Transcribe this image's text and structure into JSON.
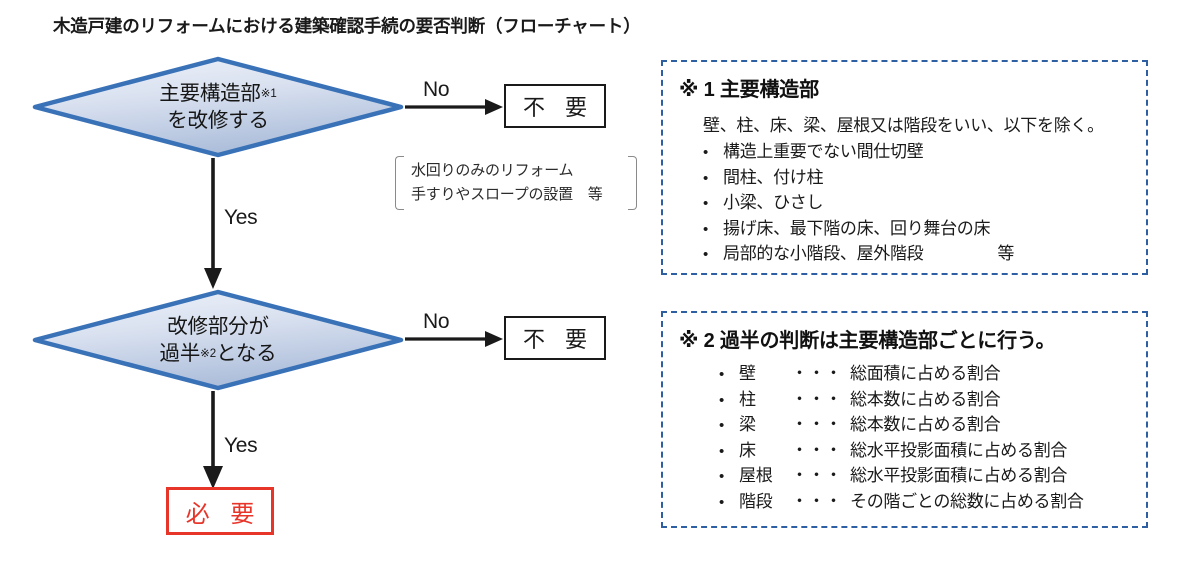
{
  "page_title": "木造戸建のリフォームにおける建築確認手続の要否判断（フローチャート）",
  "colors": {
    "diamond_border": "#3a72b8",
    "diamond_fill_light": "#e3e9f5",
    "diamond_fill_dark": "#b4c4de",
    "legend_border": "#2e5fa3",
    "required_red": "#e8352a",
    "connector": "#1a1a1a"
  },
  "flow": {
    "decision_1": {
      "line1": "主要構造部",
      "mark1": "※1",
      "line2": "を改修する"
    },
    "decision_2": {
      "line1": "改修部分が",
      "line2_pre": "過半",
      "mark2": "※2",
      "line2_post": "となる"
    },
    "edge_labels": {
      "no_1": "No",
      "no_2": "No",
      "yes_1": "Yes",
      "yes_2": "Yes"
    },
    "outcomes": {
      "not_required_1": "不 要",
      "not_required_2": "不 要",
      "required": "必 要"
    },
    "side_note": {
      "line1": "水回りのみのリフォーム",
      "line2": "手すりやスロープの設置　等"
    }
  },
  "legends": [
    {
      "title": "※ 1 主要構造部",
      "lead": "壁、柱、床、梁、屋根又は階段をいい、以下を除く。",
      "items": [
        {
          "text": "構造上重要でない間仕切壁"
        },
        {
          "text": "間柱、付け柱"
        },
        {
          "text": "小梁、ひさし"
        },
        {
          "text": "揚げ床、最下階の床、回り舞台の床"
        },
        {
          "text": "局部的な小階段、屋外階段",
          "tail": "等"
        }
      ]
    },
    {
      "title": "※ 2 過半の判断は主要構造部ごとに行う。",
      "items": [
        {
          "term": "壁",
          "dots": "・・・",
          "text": "総面積に占める割合"
        },
        {
          "term": "柱",
          "dots": "・・・",
          "text": "総本数に占める割合"
        },
        {
          "term": "梁",
          "dots": "・・・",
          "text": "総本数に占める割合"
        },
        {
          "term": "床",
          "dots": "・・・",
          "text": "総水平投影面積に占める割合"
        },
        {
          "term": "屋根",
          "dots": "・・・",
          "text": "総水平投影面積に占める割合"
        },
        {
          "term": "階段",
          "dots": "・・・",
          "text": "その階ごとの総数に占める割合"
        }
      ]
    }
  ]
}
